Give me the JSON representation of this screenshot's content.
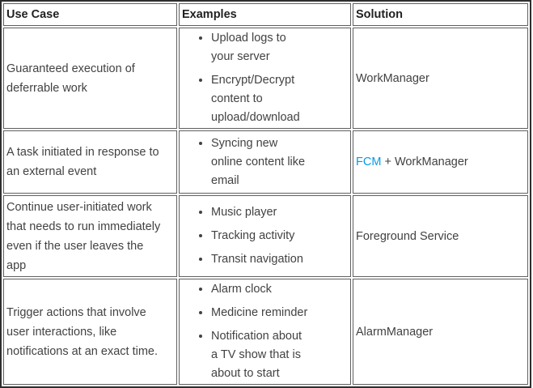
{
  "theme": {
    "background": "#ffffff",
    "text_color": "#424242",
    "header_text_color": "#212121",
    "cell_border_color": "#5f5f5f",
    "outer_border_color": "#2e2e2e",
    "link_color": "#039be5"
  },
  "table": {
    "headers": [
      "Use Case",
      "Examples",
      "Solution"
    ],
    "rows": [
      {
        "use_case": [
          "Guaranteed execution of",
          "deferrable work"
        ],
        "examples": [
          [
            "Upload logs to",
            "your server"
          ],
          [
            "Encrypt/Decrypt",
            "content to",
            "upload/download"
          ]
        ],
        "solution": "WorkManager"
      },
      {
        "use_case": [
          "A task initiated in response to",
          "an external event"
        ],
        "examples": [
          [
            "Syncing new",
            "online content like",
            "email"
          ]
        ],
        "solution_link": "FCM",
        "solution_rest": " + WorkManager"
      },
      {
        "use_case": [
          "Continue user-initiated work",
          "that needs to run immediately",
          "even if the user leaves the",
          "app"
        ],
        "examples": [
          [
            "Music player"
          ],
          [
            "Tracking activity"
          ],
          [
            "Transit navigation"
          ]
        ],
        "solution": "Foreground Service"
      },
      {
        "use_case": [
          "Trigger actions that involve",
          "user interactions, like",
          "notifications at an exact time."
        ],
        "examples": [
          [
            "Alarm clock"
          ],
          [
            "Medicine reminder"
          ],
          [
            "Notification about",
            "a TV show that is",
            "about to start"
          ]
        ],
        "solution": "AlarmManager"
      }
    ]
  }
}
